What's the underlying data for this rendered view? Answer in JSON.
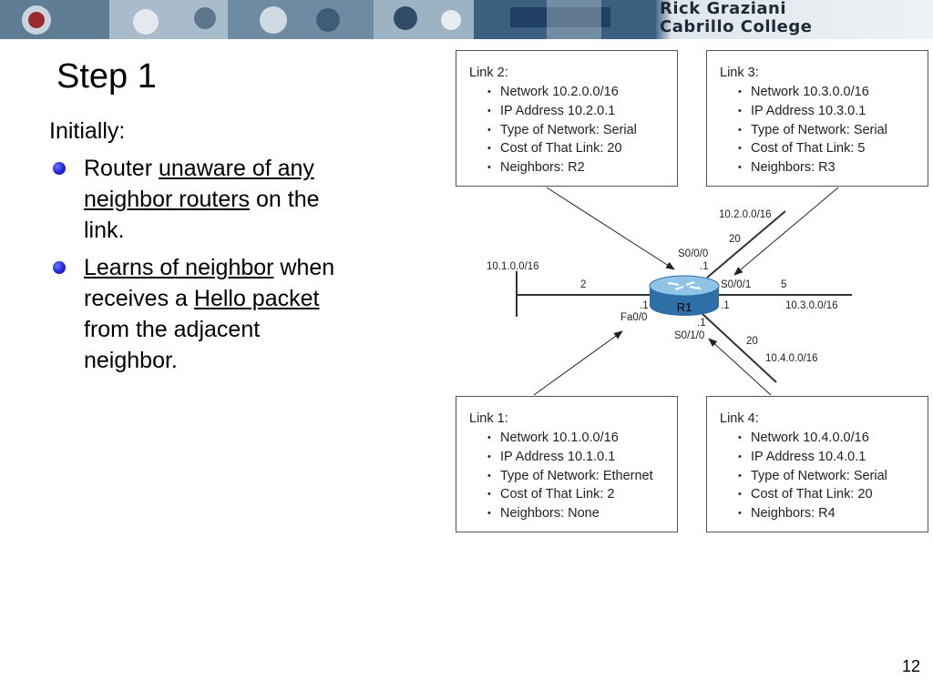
{
  "banner": {
    "line1": "Rick Graziani",
    "line2": "Cabrillo College"
  },
  "slide": {
    "title": "Step 1",
    "intro": "Initially:",
    "bullets": [
      {
        "pre": "Router ",
        "u": "unaware of any neighbor routers",
        "post": " on the link."
      },
      {
        "pre": "",
        "u": "Learns of neighbor",
        "mid": " when receives a ",
        "u2": "Hello packet",
        "post": " from the adjacent neighbor."
      }
    ],
    "page_number": "12"
  },
  "diagram": {
    "router_label": "R1",
    "links": [
      {
        "title": "Link 2:",
        "items": [
          "Network 10.2.0.0/16",
          "IP Address 10.2.0.1",
          "Type of Network: Serial",
          "Cost of That Link: 20",
          "Neighbors: R2"
        ]
      },
      {
        "title": "Link 3:",
        "items": [
          "Network 10.3.0.0/16",
          "IP Address 10.3.0.1",
          "Type of Network: Serial",
          "Cost of That Link: 5",
          "Neighbors: R3"
        ]
      },
      {
        "title": "Link 1:",
        "items": [
          "Network 10.1.0.0/16",
          "IP Address 10.1.0.1",
          "Type of Network: Ethernet",
          "Cost of That Link: 2",
          "Neighbors: None"
        ]
      },
      {
        "title": "Link 4:",
        "items": [
          "Network 10.4.0.0/16",
          "IP Address 10.4.0.1",
          "Type of Network: Serial",
          "Cost of That Link: 20",
          "Neighbors: R4"
        ]
      }
    ],
    "labels": {
      "net_10_2": "10.2.0.0/16",
      "cost_20_top": "20",
      "s000": "S0/0/0",
      "dot1_s000": ".1",
      "net_10_1": "10.1.0.0/16",
      "cost_2": "2",
      "s001": "S0/0/1",
      "cost_5": "5",
      "dot1_fa": ".1",
      "fa00": "Fa0/0",
      "dot1_s001": ".1",
      "net_10_3": "10.3.0.0/16",
      "dot1_s010": ".1",
      "s010": "S0/1/0",
      "cost_20_bottom": "20",
      "net_10_4": "10.4.0.0/16"
    }
  }
}
